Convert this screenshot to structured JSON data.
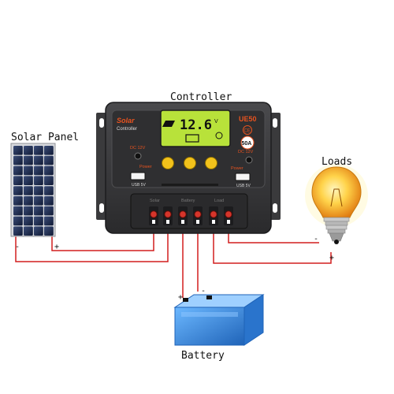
{
  "labels": {
    "controller": "Controller",
    "solar_panel": "Solar Panel",
    "loads": "Loads",
    "battery": "Battery"
  },
  "controller": {
    "brand_line1": "Solar",
    "brand_line2": "Controller",
    "model": "UE50",
    "display_value": "12.6",
    "display_unit": "V",
    "ce_mark": "CE",
    "current_badge": "50A",
    "dc_left": "DC 12V",
    "dc_right": "DC 12V",
    "power_left": "Power",
    "power_right": "Power",
    "usb_left": "USB 5V",
    "usb_right": "USB 5V",
    "terminal_groups": [
      "Solar",
      "Battery",
      "Load"
    ]
  },
  "polarity": {
    "panel_neg": "-",
    "panel_pos": "+",
    "battery_pos": "+",
    "battery_neg": "-",
    "load_neg": "-",
    "load_pos": "+"
  },
  "colors": {
    "wire": "#d21e1e",
    "controller_body": "#3a3a3c",
    "accent": "#e8531f",
    "lcd": "#b8e23a",
    "button": "#f2c21b",
    "battery": "#3d8fe0"
  }
}
